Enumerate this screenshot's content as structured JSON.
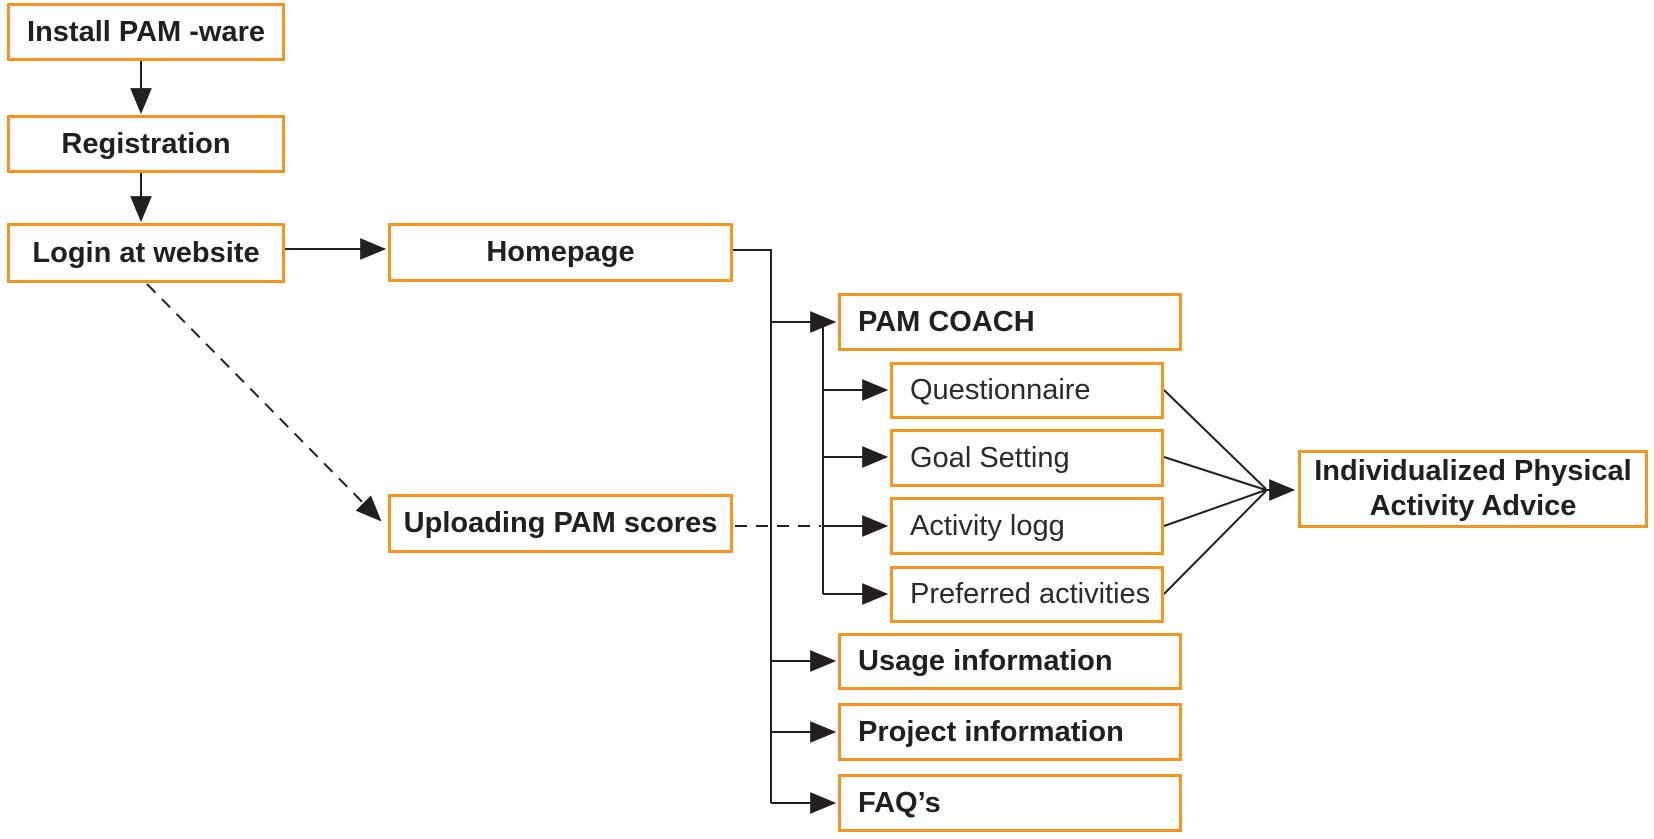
{
  "diagram": {
    "type": "flowchart",
    "colors": {
      "box_border": "#F7941D",
      "text": "#231F20",
      "line": "#231F20",
      "background": "#FFFFFF"
    },
    "nodes": {
      "install": {
        "label": "Install PAM -ware"
      },
      "registration": {
        "label": "Registration"
      },
      "login": {
        "label": "Login at website"
      },
      "homepage": {
        "label": "Homepage"
      },
      "uploading": {
        "label": "Uploading PAM scores"
      },
      "pam_coach": {
        "label": "PAM COACH"
      },
      "questionnaire": {
        "label": "Questionnaire"
      },
      "goal_setting": {
        "label": "Goal Setting"
      },
      "activity_logg": {
        "label": "Activity logg"
      },
      "preferred_activities": {
        "label": "Preferred activities"
      },
      "usage_information": {
        "label": "Usage information"
      },
      "project_information": {
        "label": "Project information"
      },
      "faqs": {
        "label": "FAQ’s"
      },
      "advice": {
        "label": "Individualized Physical Activity Advice"
      }
    },
    "edges": [
      {
        "from": "install",
        "to": "registration",
        "style": "solid"
      },
      {
        "from": "registration",
        "to": "login",
        "style": "solid"
      },
      {
        "from": "login",
        "to": "homepage",
        "style": "solid"
      },
      {
        "from": "login",
        "to": "uploading",
        "style": "dashed"
      },
      {
        "from": "homepage",
        "to": "pam_coach",
        "style": "solid"
      },
      {
        "from": "pam_coach",
        "to": "questionnaire",
        "style": "solid"
      },
      {
        "from": "pam_coach",
        "to": "goal_setting",
        "style": "solid"
      },
      {
        "from": "pam_coach",
        "to": "activity_logg",
        "style": "solid"
      },
      {
        "from": "pam_coach",
        "to": "preferred_activities",
        "style": "solid"
      },
      {
        "from": "uploading",
        "to": "activity_logg",
        "style": "dashed"
      },
      {
        "from": "homepage",
        "to": "usage_information",
        "style": "solid"
      },
      {
        "from": "homepage",
        "to": "project_information",
        "style": "solid"
      },
      {
        "from": "homepage",
        "to": "faqs",
        "style": "solid"
      },
      {
        "from": "questionnaire",
        "to": "advice",
        "style": "solid"
      },
      {
        "from": "goal_setting",
        "to": "advice",
        "style": "solid"
      },
      {
        "from": "activity_logg",
        "to": "advice",
        "style": "solid"
      },
      {
        "from": "preferred_activities",
        "to": "advice",
        "style": "solid"
      }
    ]
  }
}
